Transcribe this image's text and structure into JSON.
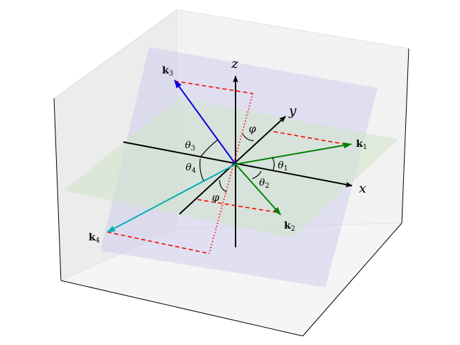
{
  "axes": {
    "x": "x",
    "y": "y",
    "z": "z"
  },
  "vectors": [
    {
      "name": "k",
      "sub": "1",
      "color": "#008000"
    },
    {
      "name": "k",
      "sub": "2",
      "color": "#008000"
    },
    {
      "name": "k",
      "sub": "3",
      "color": "#0000dd"
    },
    {
      "name": "k",
      "sub": "4",
      "color": "#00b0b0"
    }
  ],
  "angles": {
    "theta1": {
      "sym": "θ",
      "sub": "1"
    },
    "theta2": {
      "sym": "θ",
      "sub": "2"
    },
    "theta3": {
      "sym": "θ",
      "sub": "3"
    },
    "theta4": {
      "sym": "θ",
      "sub": "4"
    },
    "phi_upper": "φ",
    "phi_lower": "φ"
  },
  "colors": {
    "horizontal_plane": "#cfe3c8",
    "vertical_plane": "#c8c8f0",
    "dashed_guides": "#ff0000",
    "axes": "#000000"
  }
}
